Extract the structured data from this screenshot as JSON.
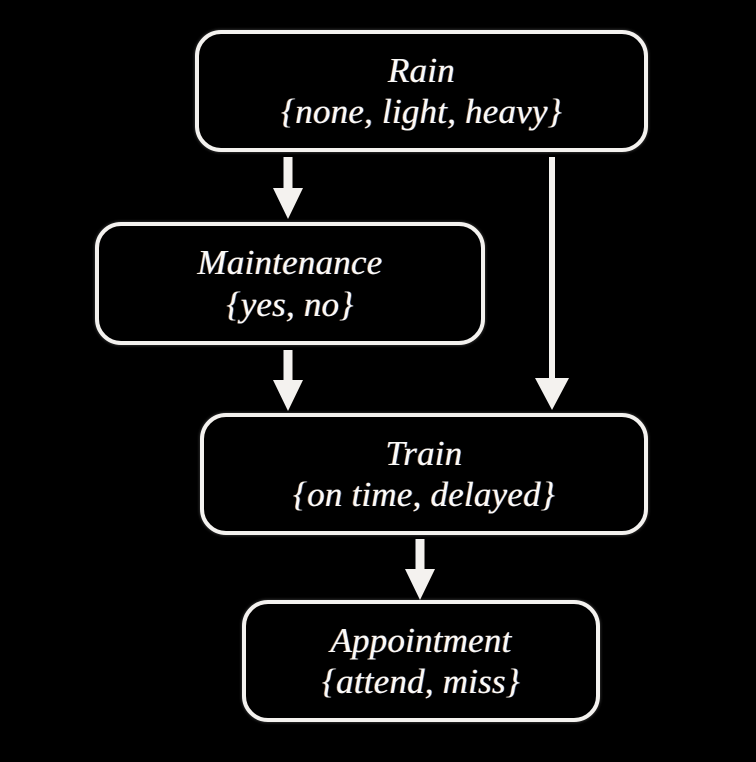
{
  "diagram": {
    "type": "directed-acyclic-graph",
    "background_color": "#000000",
    "stroke_color": "#f4f2ef",
    "text_color": "#fbfaf8",
    "nodes": [
      {
        "id": "rain",
        "title": "Rain",
        "states": "{none, light, heavy}",
        "state_values": [
          "none",
          "light",
          "heavy"
        ]
      },
      {
        "id": "maintenance",
        "title": "Maintenance",
        "states": "{yes, no}",
        "state_values": [
          "yes",
          "no"
        ]
      },
      {
        "id": "train",
        "title": "Train",
        "states": "{on time, delayed}",
        "state_values": [
          "on time",
          "delayed"
        ]
      },
      {
        "id": "appointment",
        "title": "Appointment",
        "states": "{attend, miss}",
        "state_values": [
          "attend",
          "miss"
        ]
      }
    ],
    "edges": [
      {
        "id": "rain-to-maintenance",
        "from": "rain",
        "to": "maintenance"
      },
      {
        "id": "rain-to-train",
        "from": "rain",
        "to": "train"
      },
      {
        "id": "maintenance-to-train",
        "from": "maintenance",
        "to": "train"
      },
      {
        "id": "train-to-appointment",
        "from": "train",
        "to": "appointment"
      }
    ]
  }
}
